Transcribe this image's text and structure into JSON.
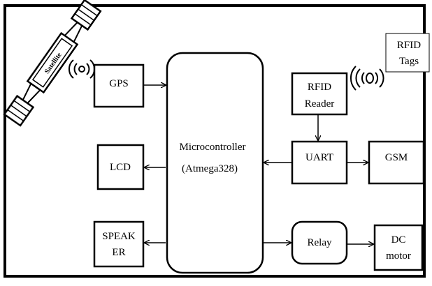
{
  "diagram": {
    "satellite_label": "Satellite",
    "blocks": {
      "gps": "GPS",
      "lcd": "LCD",
      "speaker_line1": "SPEAK",
      "speaker_line2": "ER",
      "microcontroller_line1": "Microcontroller",
      "microcontroller_line2": "(Atmega328)",
      "rfid_reader_line1": "RFID",
      "rfid_reader_line2": "Reader",
      "uart": "UART",
      "gsm": "GSM",
      "relay": "Relay",
      "dc_motor_line1": "DC",
      "dc_motor_line2": "motor",
      "rfid_tags_line1": "RFID",
      "rfid_tags_line2": "Tags"
    }
  }
}
